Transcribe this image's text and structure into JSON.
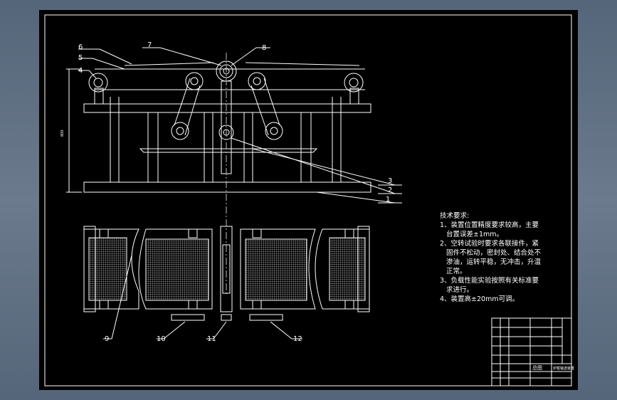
{
  "drawing": {
    "balloons_top": [
      "1",
      "2",
      "3",
      "4",
      "5",
      "6",
      "7",
      "8"
    ],
    "balloons_bottom": [
      "9",
      "10",
      "11",
      "12"
    ],
    "dimension_height": "800"
  },
  "tech_requirements": {
    "title": "技术要求:",
    "lines": [
      "1、装置位置精度要求较高，主要",
      "台置误差±1mm。",
      "2、空转试验时要求各联接件，紧",
      "固件不松动，密封处、结合处不",
      "渗油，运转平稳，无冲击，升温",
      "正常。",
      "3、负载性能实验按照有关标准要",
      "求进行。",
      "4、装置高±20mm可调。"
    ]
  },
  "title_block": {
    "drawing_name": "总图",
    "title_text": "炉辊输送装置"
  },
  "colors": {
    "background": "#5b6b7e",
    "sheet": "#000000",
    "lines": "#ffffff",
    "centerline": "#bbbbbb"
  }
}
